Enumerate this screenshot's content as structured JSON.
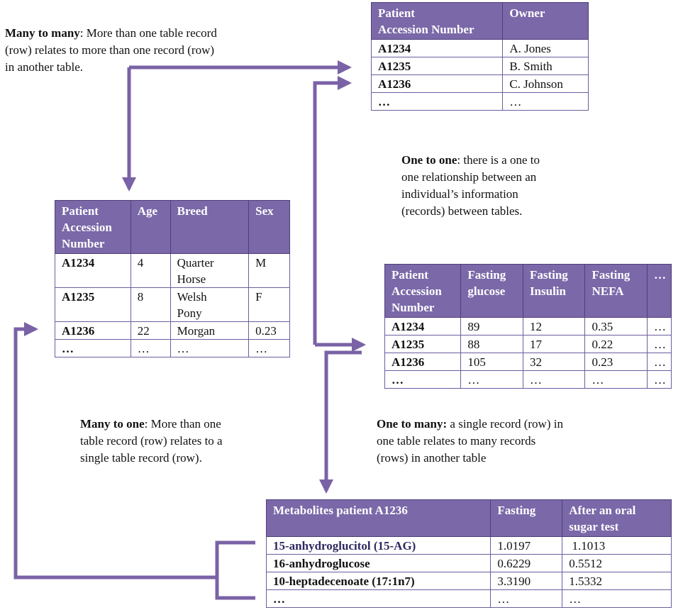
{
  "colors": {
    "header_bg": "#7a68a8",
    "border": "#6d5c9e",
    "arrow": "#7a62a6"
  },
  "annotations": {
    "many_to_many": {
      "title": "Many to many",
      "text_lines": [
        ": More than one table record",
        "(row) relates to more than one record (row)",
        "in another table."
      ]
    },
    "one_to_one": {
      "title": "One to one",
      "text_lines": [
        ": there is a one to",
        "one relationship between an",
        "individual’s information",
        "(records) between tables."
      ]
    },
    "many_to_one": {
      "title": "Many to one",
      "text_lines": [
        ": More than one",
        "table record (row) relates to a",
        "single table record (row)."
      ]
    },
    "one_to_many": {
      "title": "One to many:",
      "text_lines": [
        " a single record (row) in",
        "one table relates to many records",
        "(rows) in another table"
      ]
    }
  },
  "owner_table": {
    "headers": [
      [
        "Patient",
        "Accession",
        "Number"
      ],
      [
        "Owner"
      ]
    ],
    "rows": [
      [
        "A1234",
        "A. Jones"
      ],
      [
        "A1235",
        "B. Smith"
      ],
      [
        "A1236",
        "C. Johnson"
      ],
      [
        "…",
        "…"
      ]
    ]
  },
  "patient_table": {
    "headers": [
      [
        "Patient",
        "Accession",
        "Number"
      ],
      [
        "Age"
      ],
      [
        "Breed"
      ],
      [
        "Sex"
      ]
    ],
    "rows": [
      [
        [
          "A1234"
        ],
        [
          "4"
        ],
        [
          "Quarter",
          "Horse"
        ],
        [
          "M"
        ]
      ],
      [
        [
          "A1235"
        ],
        [
          "8"
        ],
        [
          "Welsh",
          "Pony"
        ],
        [
          "F"
        ]
      ],
      [
        [
          "A1236"
        ],
        [
          "22"
        ],
        [
          "Morgan"
        ],
        [
          "0.23"
        ]
      ],
      [
        [
          "…"
        ],
        [
          "…"
        ],
        [
          "…"
        ],
        [
          "…"
        ]
      ]
    ]
  },
  "fasting_table": {
    "headers": [
      [
        "Patient",
        "Accession",
        "Number"
      ],
      [
        "Fasting",
        "glucose"
      ],
      [
        "Fasting",
        "Insulin"
      ],
      [
        "Fasting",
        "NEFA"
      ],
      [
        "…"
      ]
    ],
    "rows": [
      [
        "A1234",
        "89",
        "12",
        "0.35",
        "…"
      ],
      [
        "A1235",
        "88",
        "17",
        "0.22",
        "…"
      ],
      [
        "A1236",
        "105",
        "32",
        "0.23",
        "…"
      ],
      [
        "…",
        "…",
        "…",
        "…",
        "…"
      ]
    ]
  },
  "metabolite_table": {
    "headers": [
      [
        "Metabolites patient A1236"
      ],
      [
        "Fasting"
      ],
      [
        "After an oral",
        "sugar test"
      ]
    ],
    "rows": [
      [
        "15-anhydroglucitol (15-AG)",
        "1.0197",
        " 1.1013"
      ],
      [
        "16-anhydroglucose",
        "0.6229",
        "0.5512"
      ],
      [
        "10-heptadecenoate (17:1n7)",
        "3.3190",
        "1.5332"
      ],
      [
        "…",
        "…",
        "…"
      ]
    ]
  }
}
